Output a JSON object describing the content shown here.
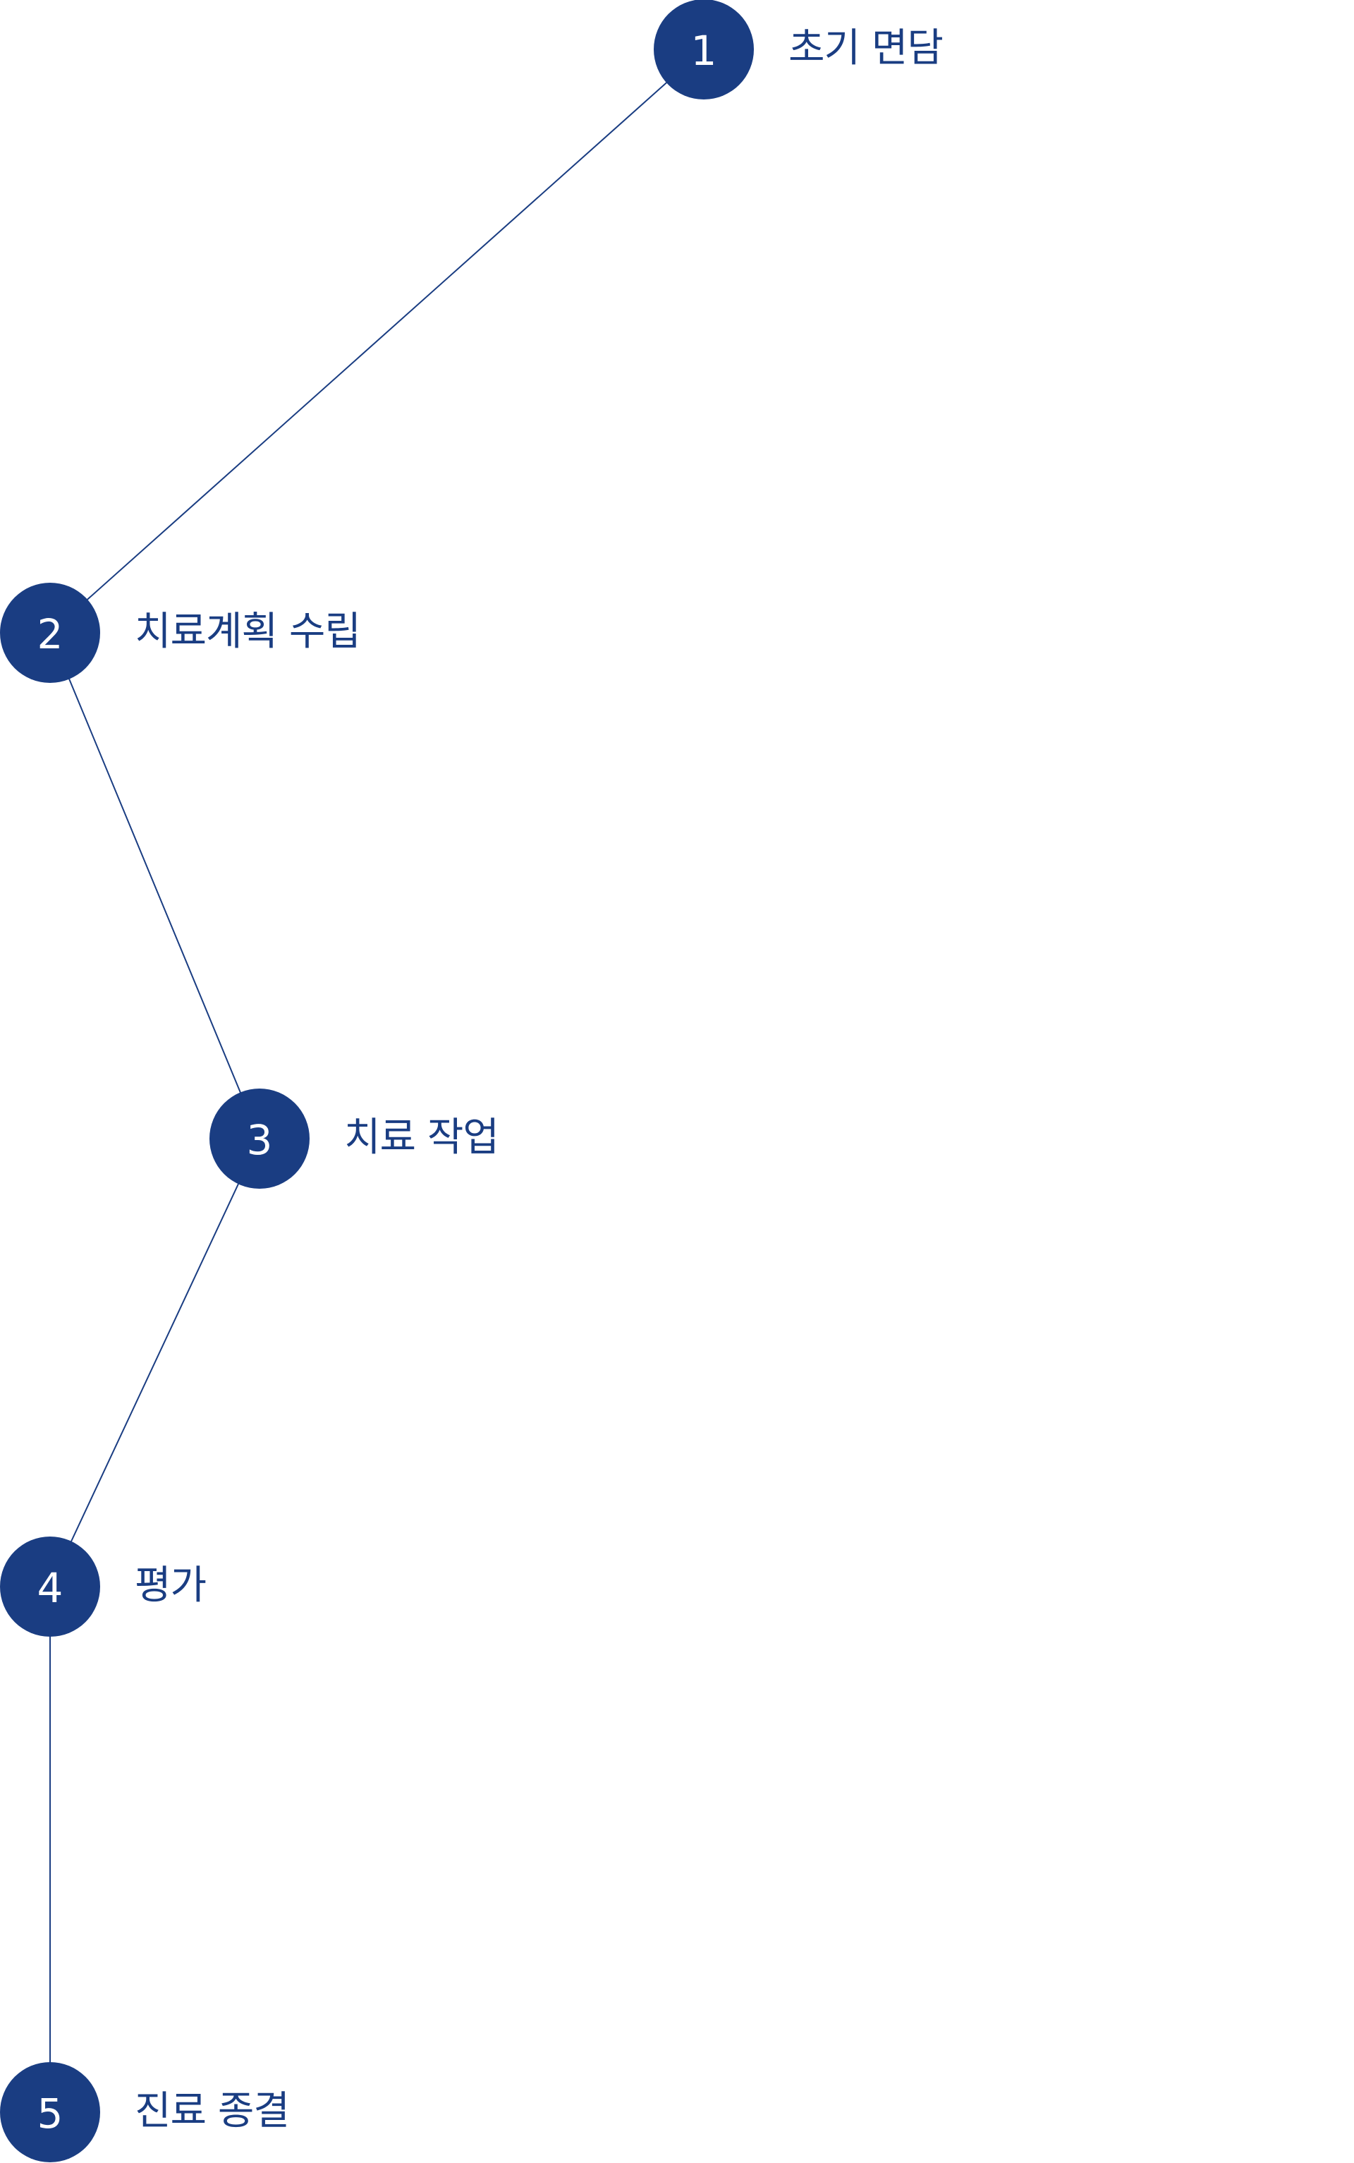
{
  "diagram": {
    "colors": {
      "node_fill": "#1a3d82",
      "line": "#1a3d82",
      "label": "#1a3d82",
      "number": "#ffffff"
    },
    "steps": [
      {
        "number": "1",
        "label": "초기 면담"
      },
      {
        "number": "2",
        "label": "치료계획 수립"
      },
      {
        "number": "3",
        "label": "치료 작업"
      },
      {
        "number": "4",
        "label": "평가"
      },
      {
        "number": "5",
        "label": "진료 종결"
      }
    ]
  }
}
